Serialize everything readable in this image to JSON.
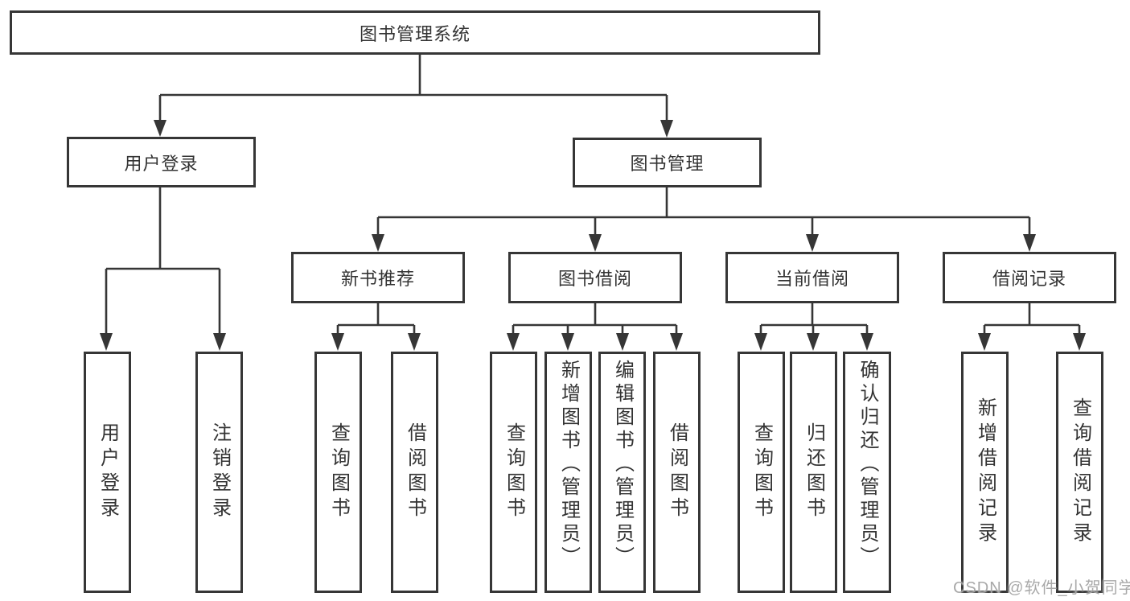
{
  "tree": {
    "root": "图书管理系统",
    "level2": {
      "user_login": "用户登录",
      "book_mgmt": "图书管理"
    },
    "level3": {
      "new_books": "新书推荐",
      "book_borrow": "图书借阅",
      "current_borrow": "当前借阅",
      "borrow_records": "借阅记录"
    },
    "leaves": {
      "user_login_leaf": "用户登录",
      "logout": "注销登录",
      "nb_query": "查询图书",
      "nb_borrow": "借阅图书",
      "bb_query": "查询图书",
      "bb_add": "新增图书（管理员）",
      "bb_edit": "编辑图书（管理员）",
      "bb_borrow": "借阅图书",
      "cb_query": "查询图书",
      "cb_return": "归还图书",
      "cb_confirm": "确认归还（管理员）",
      "br_add": "新增借阅记录",
      "br_query": "查询借阅记录"
    }
  },
  "watermark": "CSDN @软件_小贺同学",
  "colors": {
    "line": "#363636",
    "text": "#333333",
    "watermark": "#a4a4a4",
    "background": "#ffffff"
  }
}
